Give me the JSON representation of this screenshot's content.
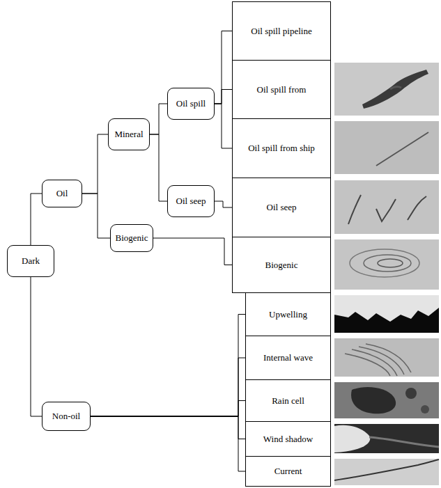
{
  "diagram": {
    "nodes": [
      {
        "text": [
          "Dark"
        ]
      },
      {
        "text": [
          "Oil"
        ]
      },
      {
        "text": [
          "Mineral"
        ]
      },
      {
        "text": [
          "Oil spill"
        ]
      },
      {
        "text": [
          "Oil spill pipeline"
        ]
      },
      {
        "text": [
          "Oil spill from"
        ]
      },
      {
        "text": [
          "Oil spill from ship"
        ]
      },
      {
        "text": [
          "Oil seep"
        ]
      },
      {
        "text": [
          "Oil seep"
        ]
      },
      {
        "text": [
          "Biogenic"
        ]
      },
      {
        "text": [
          "Biogenic"
        ]
      },
      {
        "text": [
          "Non-oil"
        ]
      },
      {
        "text": [
          "Upwelling"
        ]
      },
      {
        "text": [
          "Internal wave"
        ]
      },
      {
        "text": [
          "Rain cell"
        ]
      },
      {
        "text": [
          "Wind shadow"
        ]
      },
      {
        "text": [
          "Current"
        ]
      }
    ],
    "edges": [
      {
        "from": 0,
        "to": 1,
        "arrow": "none"
      },
      {
        "from": 0,
        "to": 11,
        "arrow": "none"
      },
      {
        "from": 1,
        "to": 2,
        "arrow": "none"
      },
      {
        "from": 1,
        "to": 9,
        "arrow": "none"
      },
      {
        "from": 2,
        "to": 3,
        "arrow": "none"
      },
      {
        "from": 2,
        "to": 7,
        "arrow": "none"
      },
      {
        "from": 3,
        "to": 4,
        "arrow": "none"
      },
      {
        "from": 3,
        "to": 5,
        "arrow": "none"
      },
      {
        "from": 3,
        "to": 6,
        "arrow": "none"
      },
      {
        "from": 7,
        "to": 8,
        "arrow": "none"
      },
      {
        "from": 9,
        "to": 10,
        "arrow": "none"
      },
      {
        "from": 11,
        "to": 12,
        "arrow": "none"
      },
      {
        "from": 11,
        "to": 13,
        "arrow": "none"
      },
      {
        "from": 11,
        "to": 14,
        "arrow": "none"
      },
      {
        "from": 11,
        "to": 15,
        "arrow": "none"
      },
      {
        "from": 11,
        "to": 16,
        "arrow": "none"
      }
    ]
  }
}
